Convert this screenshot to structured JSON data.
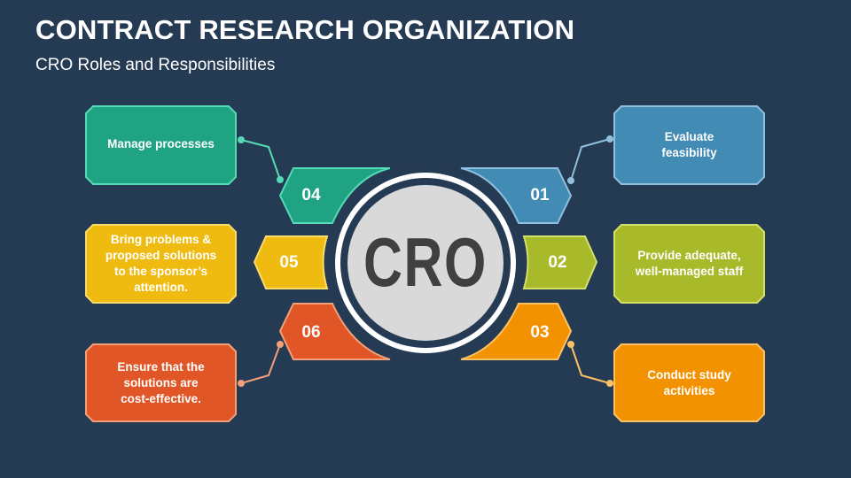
{
  "header": {
    "title": "CONTRACT RESEARCH ORGANIZATION",
    "subtitle": "CRO Roles and Responsibilities"
  },
  "center": {
    "label": "CRO",
    "fill": "#d9d9d9",
    "ring": "#ffffff",
    "text_color": "#404040"
  },
  "background": "#253a53",
  "items": [
    {
      "number": "01",
      "text": "Evaluate feasibility",
      "color": "#428bb5",
      "border": "#8fc0dd",
      "side": "right",
      "row": 1
    },
    {
      "number": "02",
      "text": "Provide adequate, well-managed staff",
      "color": "#a8b92a",
      "border": "#d4e06c",
      "side": "right",
      "row": 2
    },
    {
      "number": "03",
      "text": "Conduct study activities",
      "color": "#f39200",
      "border": "#fbc264",
      "side": "right",
      "row": 3
    },
    {
      "number": "04",
      "text": "Manage processes",
      "color": "#1fa383",
      "border": "#55dbb5",
      "side": "left",
      "row": 1
    },
    {
      "number": "05",
      "text": "Bring problems & proposed solutions to the sponsor’s attention.",
      "color": "#f0bb10",
      "border": "#f9dc6a",
      "side": "left",
      "row": 2
    },
    {
      "number": "06",
      "text": "Ensure that the solutions are cost-effective.",
      "color": "#e05626",
      "border": "#f2a07a",
      "side": "left",
      "row": 3
    }
  ]
}
